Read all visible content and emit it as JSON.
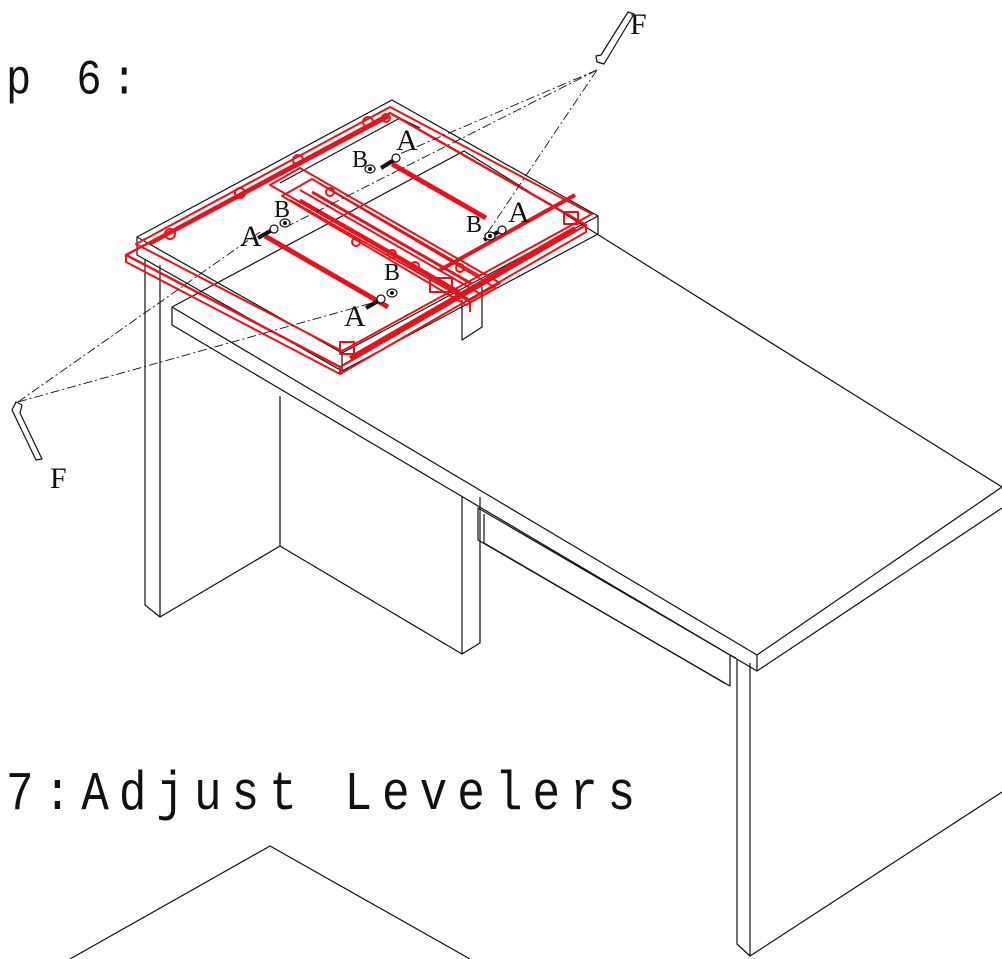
{
  "headings": {
    "step6": "p 6:",
    "step7": "7:Adjust Levelers"
  },
  "callouts": {
    "A": "A",
    "B": "B",
    "F": "F"
  },
  "colors": {
    "line": "#111111",
    "highlight": "#e8131a",
    "background": "#ffffff"
  }
}
